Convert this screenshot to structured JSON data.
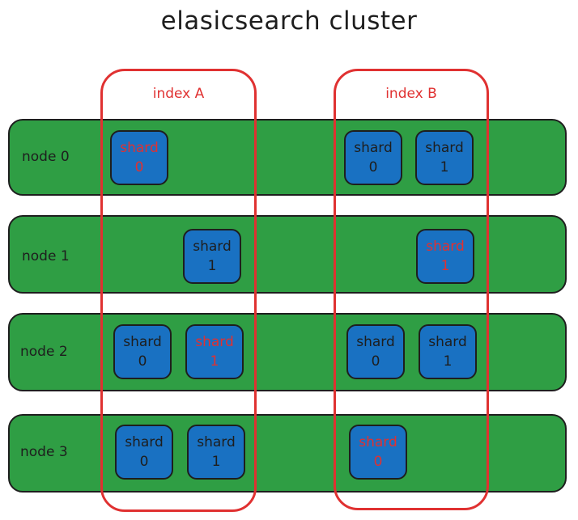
{
  "title": "elasicsearch cluster",
  "shard_word": "shard",
  "indices": [
    {
      "label": "index A"
    },
    {
      "label": "index B"
    }
  ],
  "nodes": [
    {
      "label": "node 0"
    },
    {
      "label": "node 1"
    },
    {
      "label": "node 2"
    },
    {
      "label": "node 3"
    }
  ],
  "shards": [
    {
      "node": "node 0",
      "index": "index A",
      "number": "0",
      "primary": true
    },
    {
      "node": "node 0",
      "index": "index B",
      "number": "0",
      "primary": false
    },
    {
      "node": "node 0",
      "index": "index B",
      "number": "1",
      "primary": false
    },
    {
      "node": "node 1",
      "index": "index A",
      "number": "1",
      "primary": false
    },
    {
      "node": "node 1",
      "index": "index B",
      "number": "1",
      "primary": true
    },
    {
      "node": "node 2",
      "index": "index A",
      "number": "0",
      "primary": false
    },
    {
      "node": "node 2",
      "index": "index A",
      "number": "1",
      "primary": true
    },
    {
      "node": "node 2",
      "index": "index B",
      "number": "0",
      "primary": false
    },
    {
      "node": "node 2",
      "index": "index B",
      "number": "1",
      "primary": false
    },
    {
      "node": "node 3",
      "index": "index A",
      "number": "0",
      "primary": false
    },
    {
      "node": "node 3",
      "index": "index A",
      "number": "1",
      "primary": false
    },
    {
      "node": "node 3",
      "index": "index B",
      "number": "0",
      "primary": true
    }
  ],
  "colors": {
    "node_fill": "#2f9e44",
    "shard_fill": "#1971c2",
    "primary_text": "#e03131",
    "replica_text": "#1e1e1e",
    "index_border": "#e03131"
  }
}
